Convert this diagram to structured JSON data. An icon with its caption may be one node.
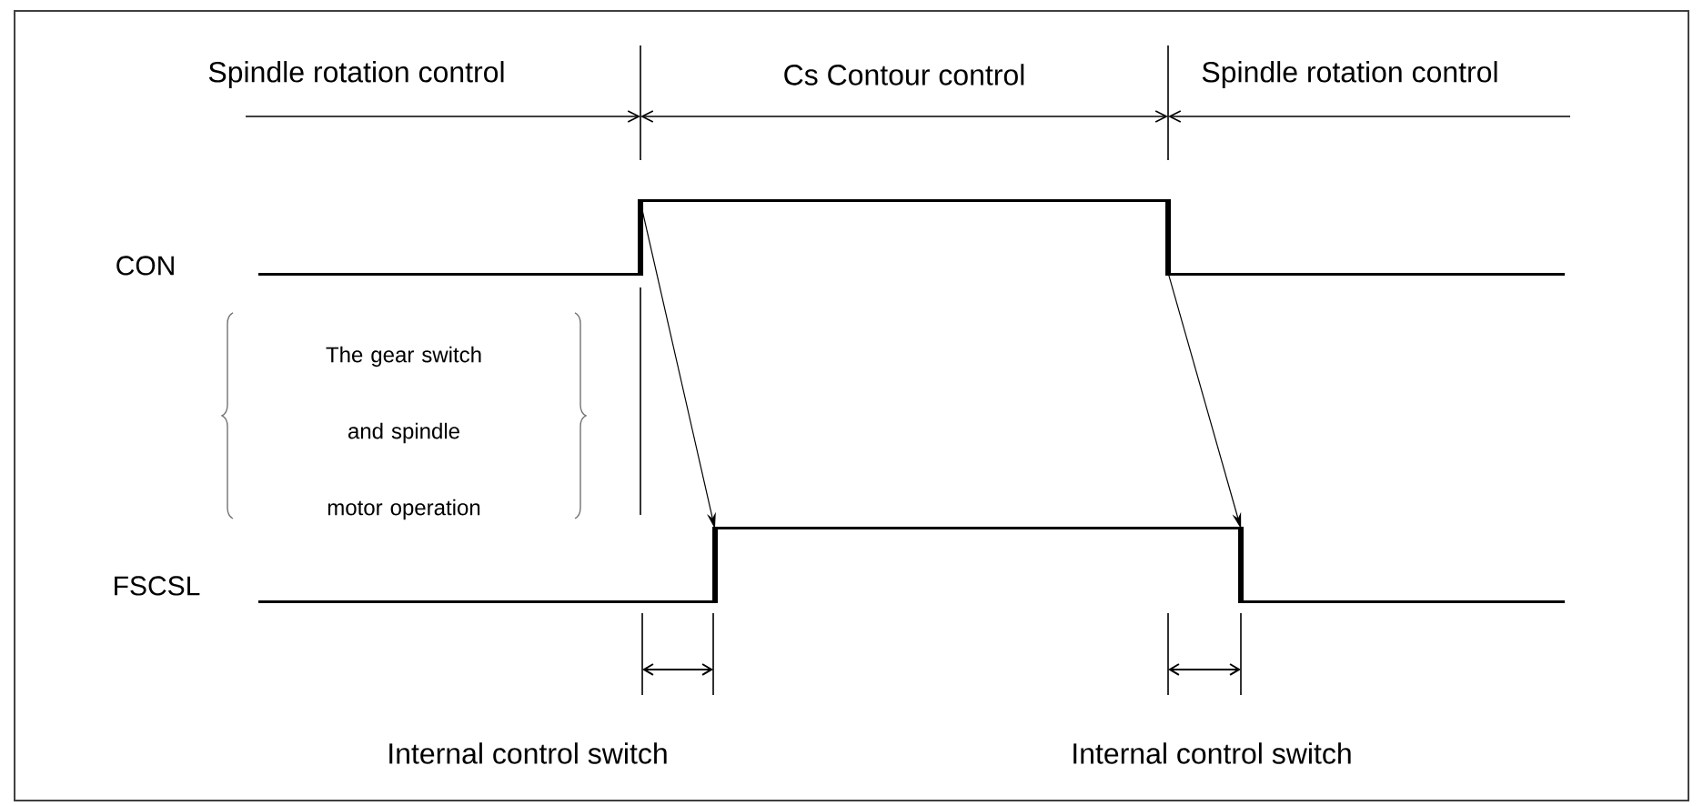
{
  "diagram": {
    "nodes": [
      {
        "text": [],
        "shape": "waveform"
      },
      {
        "text": [],
        "shape": "waveform"
      }
    ],
    "edges": [
      {
        "from": 0,
        "to": 1,
        "arrow": "to"
      },
      {
        "from": 0,
        "to": 1,
        "arrow": "to"
      }
    ],
    "labels": [
      "Spindle rotation control",
      "Cs Contour control",
      "Spindle rotation control",
      "CON",
      "The gear switch and spindle motor operation",
      "FSCSL",
      "Internal control switch",
      "Internal control switch"
    ]
  }
}
